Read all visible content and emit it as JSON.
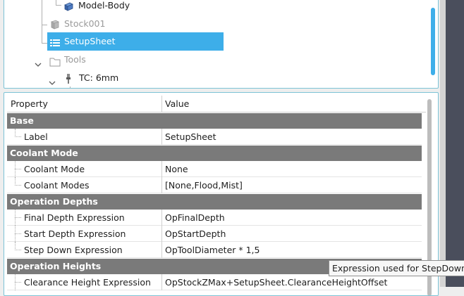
{
  "tree": {
    "items": [
      {
        "label": "Model-Body",
        "icon": "body-cube-icon"
      },
      {
        "label": "Stock001",
        "icon": "stock-cube-icon"
      },
      {
        "label": "SetupSheet",
        "icon": "spreadsheet-icon"
      },
      {
        "label": "Tools",
        "icon": "folder-icon"
      },
      {
        "label": "TC: 6mm",
        "icon": "tool-controller-icon"
      }
    ]
  },
  "properties": {
    "header": {
      "property": "Property",
      "value": "Value"
    },
    "groups": [
      {
        "name": "Base",
        "rows": [
          {
            "name": "Label",
            "value": "SetupSheet"
          }
        ]
      },
      {
        "name": "Coolant Mode",
        "rows": [
          {
            "name": "Coolant Mode",
            "value": "None"
          },
          {
            "name": "Coolant Modes",
            "value": "[None,Flood,Mist]"
          }
        ]
      },
      {
        "name": "Operation Depths",
        "rows": [
          {
            "name": "Final Depth Expression",
            "value": "OpFinalDepth"
          },
          {
            "name": "Start Depth Expression",
            "value": "OpStartDepth"
          },
          {
            "name": "Step Down Expression",
            "value": "OpToolDiameter * 1,5"
          }
        ]
      },
      {
        "name": "Operation Heights",
        "rows": [
          {
            "name": "Clearance Height Expression",
            "value": "OpStockZMax+SetupSheet.ClearanceHeightOffset"
          }
        ]
      }
    ]
  },
  "tooltip": {
    "text": "Expression used for StepDown of"
  },
  "colors": {
    "selection": "#3daee9",
    "group_header": "#7a7a7a",
    "panel_border": "#7cc3d6"
  }
}
